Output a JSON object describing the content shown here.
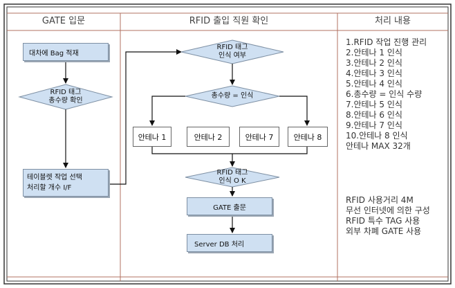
{
  "columns": {
    "gate": "GATE 입문",
    "rfid": "RFID 출입 직원 확인",
    "process": "처리 내용"
  },
  "gate_flow": {
    "load": "대차에 Bag 적재",
    "tag_check_line1": "RFID 태그",
    "tag_check_line2": "총수량 확인",
    "tablet_line1": "테이블렛 작업 선택",
    "tablet_line2": "처리할 개수 I/F"
  },
  "rfid_flow": {
    "detect_line1": "RFID 태그",
    "detect_line2": "인식 여부",
    "total_eq": "총수량 = 인식",
    "antennas": [
      "안테나 1",
      "안테나 2",
      "안테나 7",
      "안테나 8"
    ],
    "ok_line1": "RFID 태그",
    "ok_line2": "인식 O K",
    "gate_exit": "GATE 출문",
    "server_db": "Server DB 처리"
  },
  "process_list": [
    "1.RFID 작업 진행 관리",
    "2.안테나 1 인식",
    "3.안테나 2 인식",
    "4.안테나 3 인식",
    "5.안테나 4 인식",
    "6.총수량 = 인식 수량",
    "7.안테나 5 인식",
    "8.안테나 6 인식",
    "9.안테나 7 인식",
    "10.안테나 8 인식",
    "안테나 MAX 32개"
  ],
  "notes": [
    "RFID 사용거리 4M",
    "무선 인터넷에 의한 구성",
    "RFID 특수 TAG 사용",
    "외부 차폐 GATE 사용"
  ]
}
